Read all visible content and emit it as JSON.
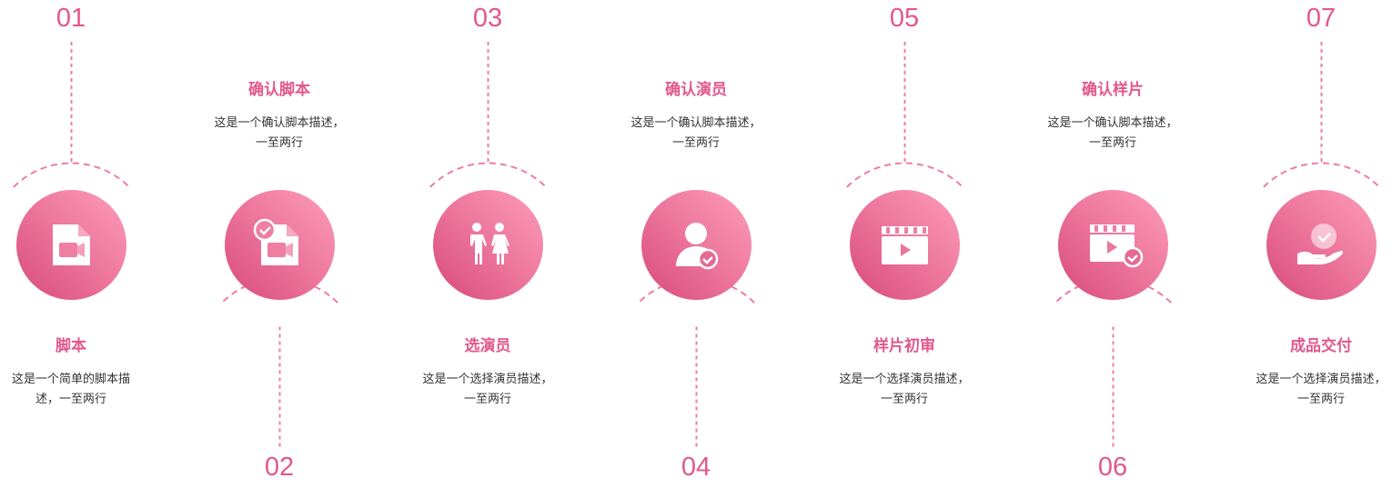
{
  "colors": {
    "accent": "#e2588c",
    "dash": "#f07ca0",
    "gradient_light": "#fd9dba",
    "gradient_dark": "#d84a7a"
  },
  "steps": [
    {
      "number": "01",
      "title": "脚本",
      "desc": "这是一个简单的脚本描述，一至两行",
      "icon": "script-video-icon"
    },
    {
      "number": "02",
      "title": "确认脚本",
      "desc": "这是一个确认脚本描述，一至两行",
      "icon": "script-check-icon"
    },
    {
      "number": "03",
      "title": "选演员",
      "desc": "这是一个选择演员描述，一至两行",
      "icon": "actors-icon"
    },
    {
      "number": "04",
      "title": "确认演员",
      "desc": "这是一个确认脚本描述，一至两行",
      "icon": "user-check-icon"
    },
    {
      "number": "05",
      "title": "样片初审",
      "desc": "这是一个选择演员描述，一至两行",
      "icon": "clapperboard-icon"
    },
    {
      "number": "06",
      "title": "确认样片",
      "desc": "这是一个确认脚本描述，一至两行",
      "icon": "clapperboard-check-icon"
    },
    {
      "number": "07",
      "title": "成品交付",
      "desc": "这是一个选择演员描述，一至两行",
      "icon": "hand-check-icon"
    }
  ]
}
